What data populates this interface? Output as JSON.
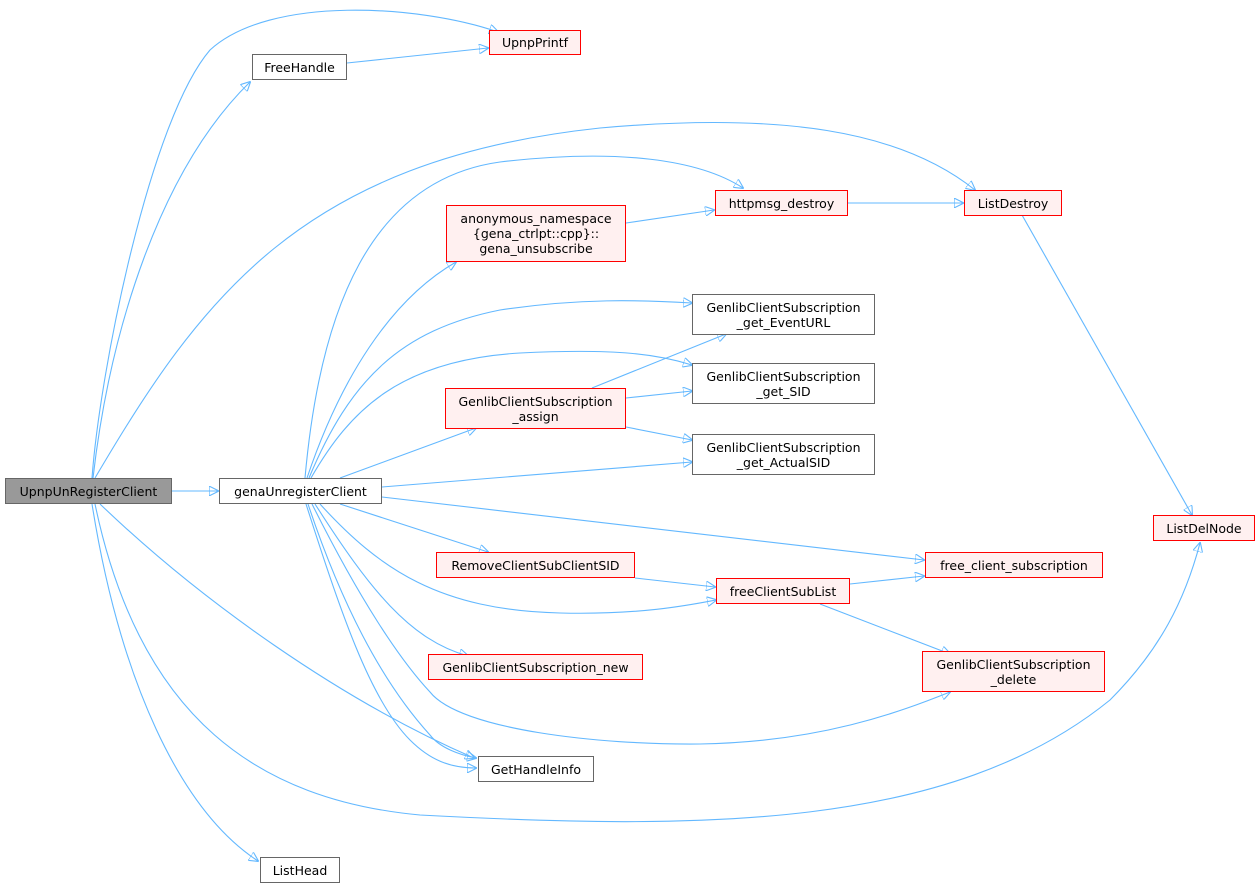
{
  "nodes": {
    "root": {
      "label": "UpnpUnRegisterClient"
    },
    "upnpprintf": {
      "label": "UpnpPrintf"
    },
    "freehandle": {
      "label": "FreeHandle"
    },
    "listdestroy": {
      "label": "ListDestroy"
    },
    "genaunreg": {
      "label": "genaUnregisterClient"
    },
    "anon": {
      "line1": "anonymous_namespace",
      "line2": "{gena_ctrlpt::cpp}::",
      "line3": "gena_unsubscribe"
    },
    "httpmsg": {
      "label": "httpmsg_destroy"
    },
    "eventurl": {
      "line1": "GenlibClientSubscription",
      "line2": "_get_EventURL"
    },
    "sid": {
      "line1": "GenlibClientSubscription",
      "line2": "_get_SID"
    },
    "assign": {
      "line1": "GenlibClientSubscription",
      "line2": "_assign"
    },
    "actualsid": {
      "line1": "GenlibClientSubscription",
      "line2": "_get_ActualSID"
    },
    "listdelnode": {
      "label": "ListDelNode"
    },
    "removesub": {
      "label": "RemoveClientSubClientSID"
    },
    "freesublist": {
      "label": "freeClientSubList"
    },
    "freeclient": {
      "label": "free_client_subscription"
    },
    "subnew": {
      "label": "GenlibClientSubscription_new"
    },
    "subdelete": {
      "line1": "GenlibClientSubscription",
      "line2": "_delete"
    },
    "gethandle": {
      "label": "GetHandleInfo"
    },
    "listhead": {
      "label": "ListHead"
    }
  },
  "colors": {
    "edge": "#63b8ff",
    "highlight_border": "#ff0000",
    "highlight_fill": "#fff0f0",
    "root_fill": "#999999"
  }
}
